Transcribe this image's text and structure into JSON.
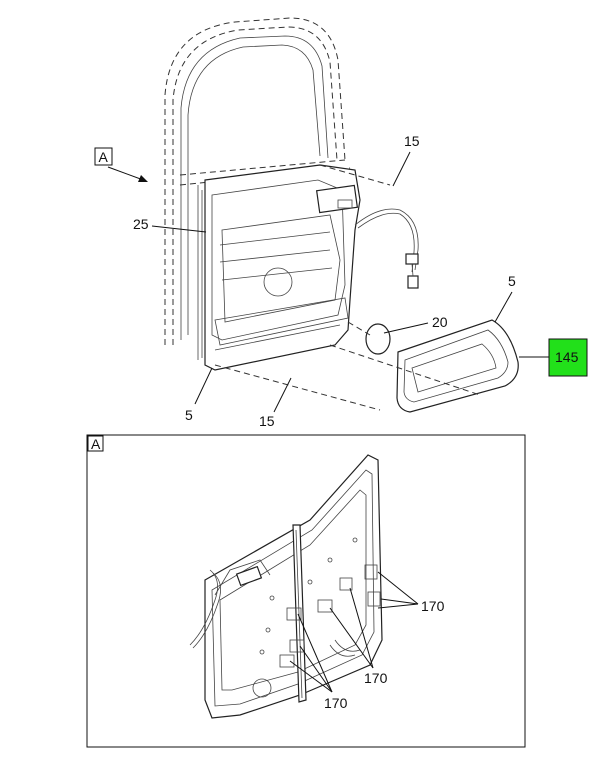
{
  "view_marker": "A",
  "inset_marker": "A",
  "callouts": {
    "c15_top": "15",
    "c25": "25",
    "c20": "20",
    "c5_left": "5",
    "c15_bottom": "15",
    "c5_right": "5",
    "c145": "145",
    "c170_right": "170",
    "c170_mid": "170",
    "c170_bottom": "170"
  },
  "highlight_color": "#22e01a",
  "footer_left": "",
  "footer_right": ""
}
